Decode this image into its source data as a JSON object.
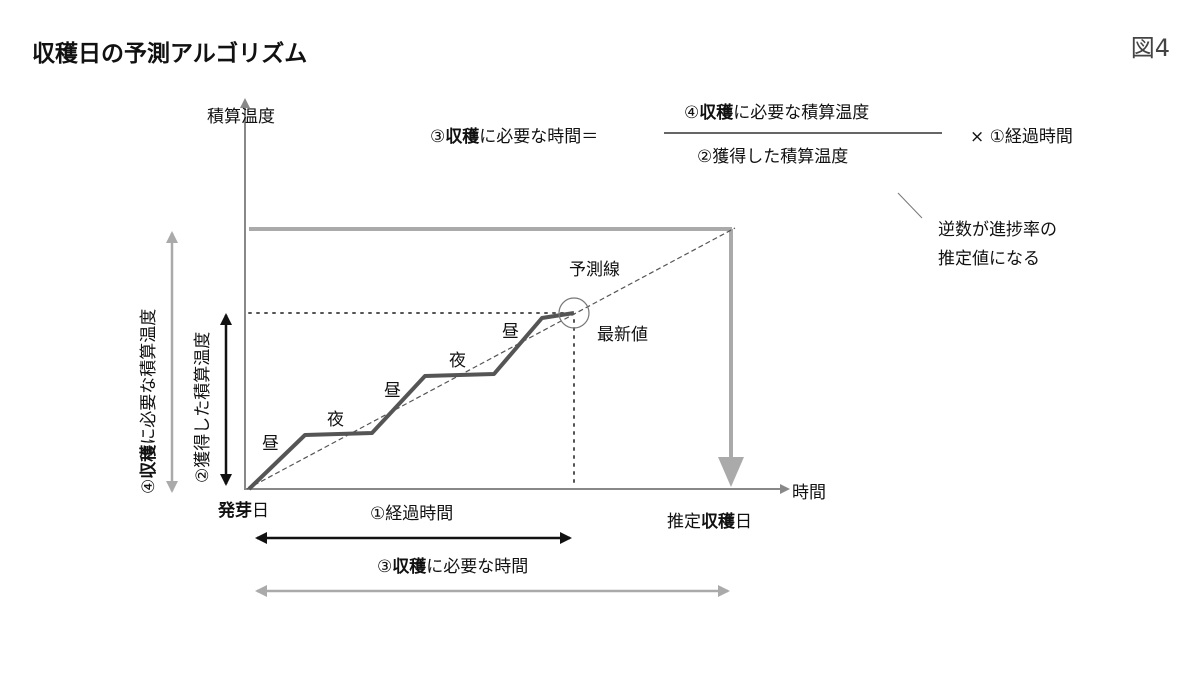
{
  "header": {
    "title": "収穫日の予測アルゴリズム",
    "figure_label": "図4"
  },
  "axes": {
    "y_label": "積算温度",
    "x_label": "時間",
    "origin_label_bold": "発芽",
    "origin_label_rest": "日",
    "estimated_label_prefix": "推定",
    "estimated_label_bold": "収穫",
    "estimated_label_suffix": "日"
  },
  "formula": {
    "lhs_prefix": "③",
    "lhs_bold": "収穫",
    "lhs_suffix": "に必要な時間＝",
    "numerator_prefix": "④",
    "numerator_bold": "収穫",
    "numerator_suffix": "に必要な積算温度",
    "denominator": "②獲得した積算温度",
    "multiplier": "× ①経過時間"
  },
  "note": {
    "line1": "逆数が進捗率の",
    "line2": "推定値になる"
  },
  "curve_labels": {
    "day1": "昼",
    "night1": "夜",
    "day2": "昼",
    "night2": "夜",
    "day3": "昼"
  },
  "markers": {
    "prediction_line": "予測線",
    "latest_value": "最新値"
  },
  "brackets": {
    "elapsed_time": "①経過時間",
    "required_time_prefix": "③",
    "required_time_bold": "収穫",
    "required_time_suffix": "に必要な時間",
    "acquired_temp": "②獲得した積算温度",
    "required_temp_prefix": "④",
    "required_temp_bold": "収穫",
    "required_temp_suffix": "に必要な積算温度"
  },
  "colors": {
    "dark_line": "#555555",
    "light_line": "#aaaaaa",
    "arrow_black": "#111111",
    "dotted": "#555555"
  }
}
